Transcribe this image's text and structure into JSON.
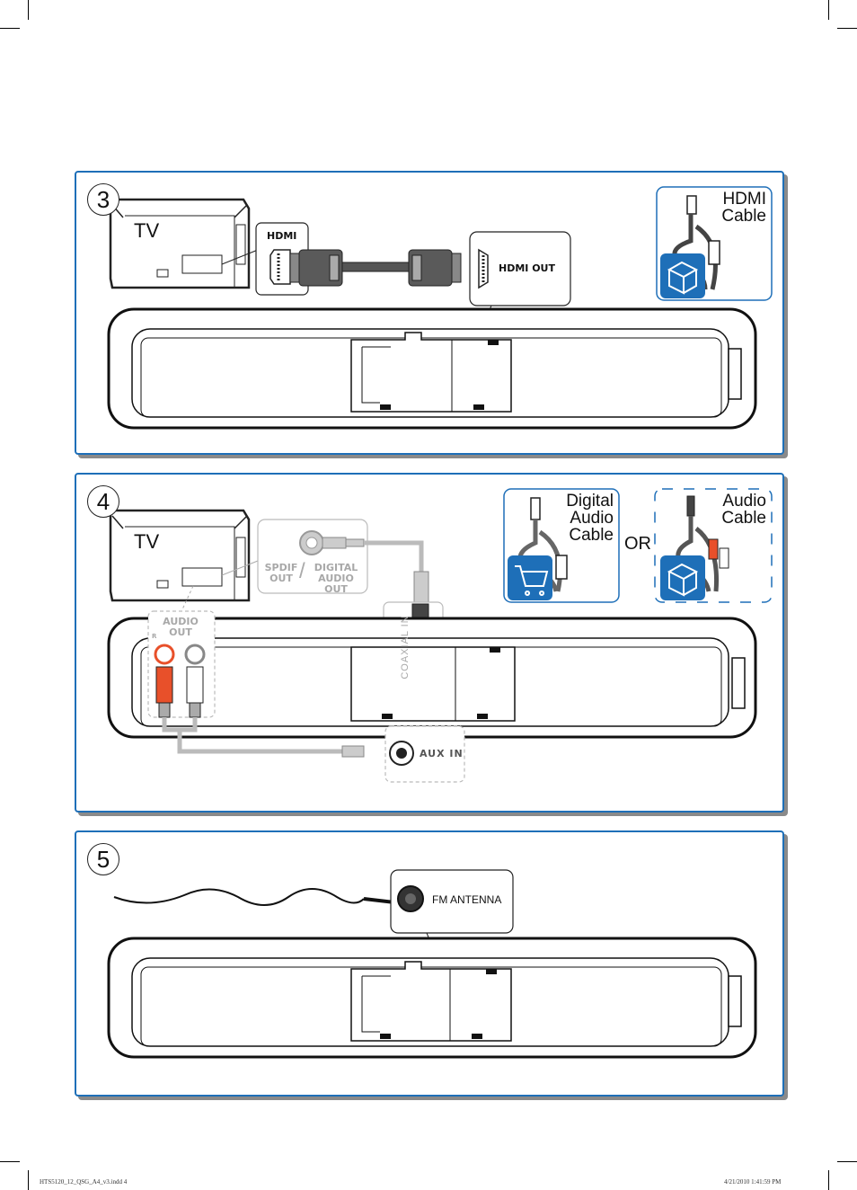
{
  "steps": [
    {
      "number": "3",
      "tv_label": "TV",
      "hdmi_tag": "HDMI",
      "hdmi_out_tag": "HDMI OUT",
      "cable_card": {
        "title_line1": "HDMI",
        "title_line2": "Cable",
        "badge_icon": "box-icon"
      }
    },
    {
      "number": "4",
      "tv_label": "TV",
      "spdif_line1": "SPDIF",
      "spdif_line2": "OUT",
      "digital_line1": "DIGITAL",
      "digital_line2": "AUDIO OUT",
      "audio_out_line1": "AUDIO",
      "audio_out_line2": "OUT",
      "audio_r": "R",
      "coaxial_in": "COAXIAL IN",
      "aux_in": "AUX IN",
      "digital_card": {
        "line1": "Digital",
        "line2": "Audio",
        "line3": "Cable",
        "badge_icon": "shopping-cart-icon"
      },
      "or_label": "OR",
      "audio_card": {
        "line1": "Audio",
        "line2": "Cable",
        "badge_icon": "box-icon"
      }
    },
    {
      "number": "5",
      "fm_antenna": "FM ANTENNA"
    }
  ],
  "colors": {
    "panel_border": "#1e6fb8",
    "badge_blue": "#1e6fb8",
    "rca_red": "#e8502a",
    "gray_cable": "#b5b5b5"
  },
  "footer": {
    "file": "HTS5120_12_QSG_A4_v3.indd   4",
    "timestamp": "4/21/2010   1:41:59 PM"
  }
}
